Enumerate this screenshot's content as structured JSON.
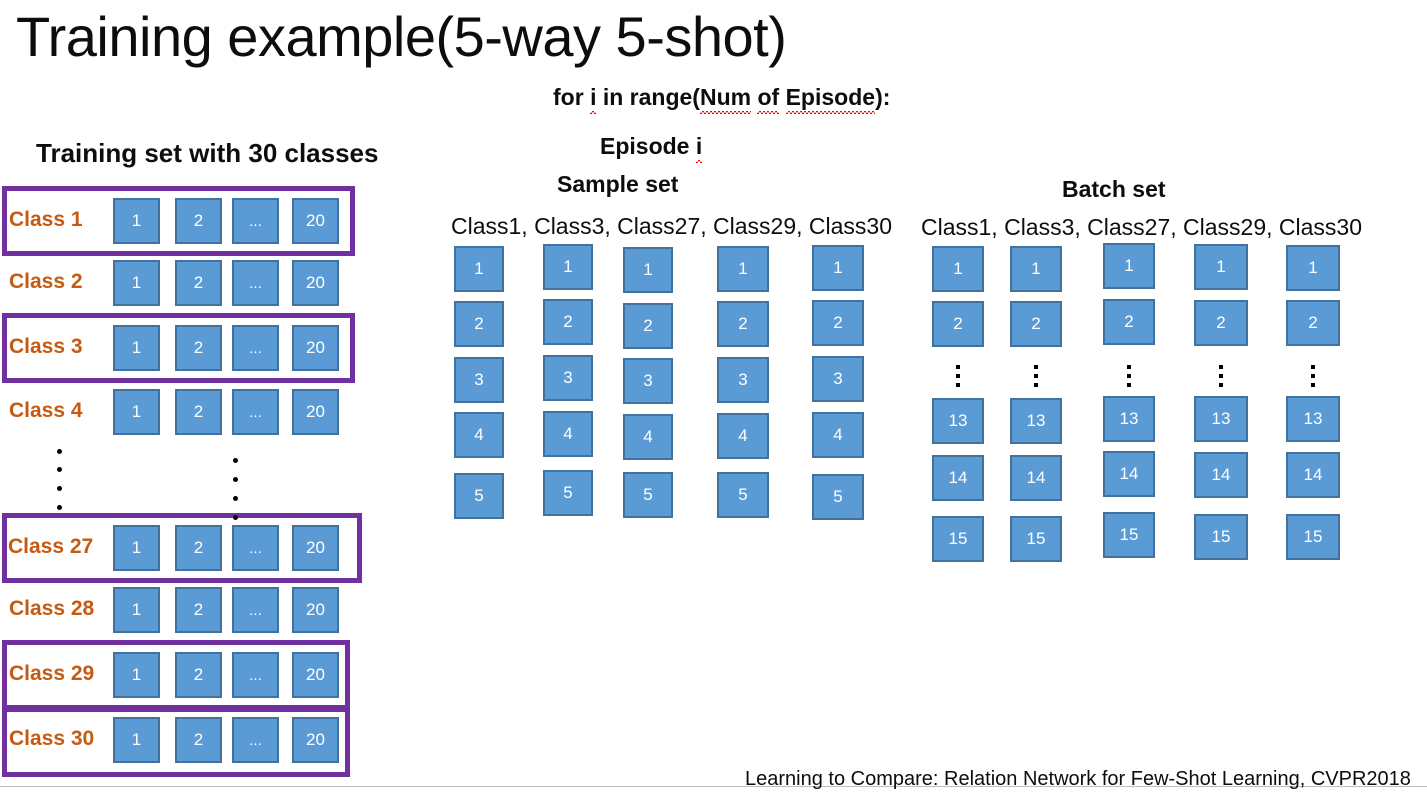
{
  "slide": {
    "title": "Training example(5-way 5-shot)",
    "citation": "Learning to Compare: Relation Network for Few-Shot Learning, CVPR2018"
  },
  "colors": {
    "box_fill": "#5B9BD5",
    "box_border": "#41719C",
    "highlight_outline": "#7030A0",
    "class_label": "#C55A11",
    "text": "#0D0D0D",
    "footer_rule": "#BFBFBF"
  },
  "training_set": {
    "heading": "Training set with 30 classes",
    "per_class_cells": [
      "1",
      "2",
      "...",
      "20"
    ],
    "rows": [
      {
        "label": "Class 1",
        "highlighted": true
      },
      {
        "label": "Class 2",
        "highlighted": false
      },
      {
        "label": "Class 3",
        "highlighted": true
      },
      {
        "label": "Class 4",
        "highlighted": false
      },
      {
        "label": "Class 27",
        "highlighted": true
      },
      {
        "label": "Class 28",
        "highlighted": false
      },
      {
        "label": "Class 29",
        "highlighted": true
      },
      {
        "label": "Class 30",
        "highlighted": true
      }
    ],
    "ellipsis_dots_count": 4,
    "ellipsis_columns": 2
  },
  "loop": {
    "for_prefix": "for ",
    "for_i": "i",
    "for_mid": " in range(",
    "for_num": "Num",
    "for_sp1": " ",
    "for_of": "of",
    "for_sp2": " ",
    "for_episode": "Episode",
    "for_suffix": "):",
    "episode_prefix": "Episode ",
    "episode_i": "i"
  },
  "sample_set": {
    "heading": "Sample set",
    "classes_line": "Class1, Class3, Class27, Class29, Class30",
    "columns": 5,
    "cells": [
      "1",
      "2",
      "3",
      "4",
      "5"
    ]
  },
  "batch_set": {
    "heading": "Batch set",
    "classes_line": "Class1, Class3, Class27, Class29, Class30",
    "columns": 5,
    "cells": [
      "1",
      "2",
      "⋮",
      "13",
      "14",
      "15"
    ],
    "ellipsis_index": 2
  }
}
